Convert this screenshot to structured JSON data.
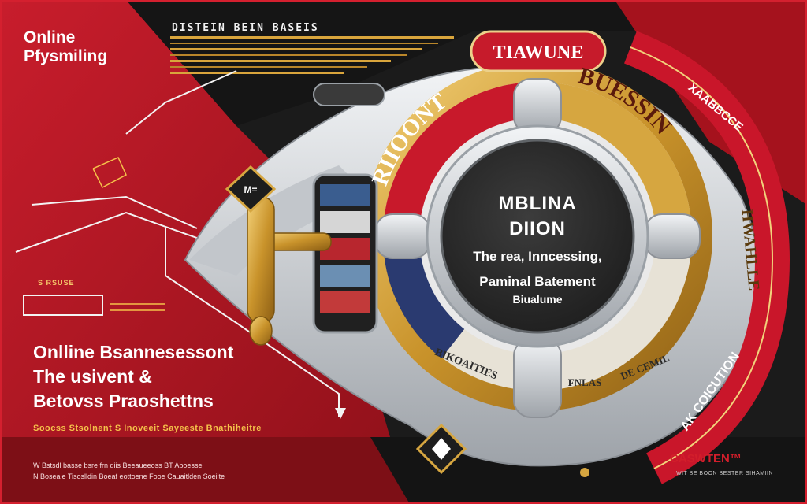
{
  "brand": {
    "line1": "Online",
    "line2": "Pfysmiling"
  },
  "header_text": "DISTEIN BEIN BASEIS",
  "wheel": {
    "top_label": "TIAWUNE",
    "ring_left": "RIIOONT",
    "ring_right": "BUESSIN",
    "outer_right_top": "XAABBCCE",
    "outer_right_mid": "HWAHLLE",
    "outer_right_bottom": "AK COICUTION",
    "bottom_left": "BIKOAITIES",
    "bottom_right": "FNLAS",
    "bottom_right_2": "DE CEMIL",
    "handle_label": "M="
  },
  "screen": {
    "line1": "MBLINA",
    "line2": "DIION",
    "line3": "The rea, Inncessing,",
    "line4": "Paminal Batement",
    "line5": "Biualume"
  },
  "left_tag": "S RSUSE",
  "headline": {
    "line1": "Onlline Bsannesessont",
    "line2": "The usivent &",
    "line3": "Betovss Praoshettns"
  },
  "subline": "Soocss Stsolnent S Inoveeit Sayeeste Bnathiheitre",
  "fine_print": {
    "line1": "W  Bstsdl basse bsre frn diis Beeaueeoss  BT Aboesse",
    "line2": "N  Boseaie Tisoslldin Boeaf eottoene Fooe Cauaitlden Soeilte"
  },
  "logo": {
    "name": "CASWTEN™",
    "tagline": "WIT BE BOON BESTER SIHAMIIN"
  },
  "colors": {
    "crimson": "#c21a2a",
    "dark": "#1a1a1a",
    "gold": "#d4a23a",
    "silver": "#d5d8dc",
    "screen": "#2b2b2b"
  }
}
